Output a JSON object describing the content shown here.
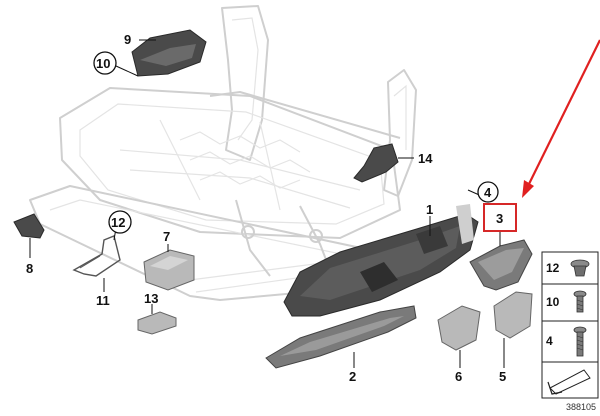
{
  "callouts": {
    "c1": "1",
    "c2": "2",
    "c3": "3",
    "c4": "4",
    "c5": "5",
    "c6": "6",
    "c7": "7",
    "c8": "8",
    "c9": "9",
    "c10": "10",
    "c11": "11",
    "c12": "12",
    "c13": "13",
    "c14": "14"
  },
  "legend": {
    "row1": "12",
    "row2": "10",
    "row3": "4"
  },
  "reference_number": "388105",
  "colors": {
    "highlight_box": "#d62828",
    "arrow": "#e02020",
    "frame": "#cfcfcf",
    "part_dark": "#4a4a4a"
  }
}
